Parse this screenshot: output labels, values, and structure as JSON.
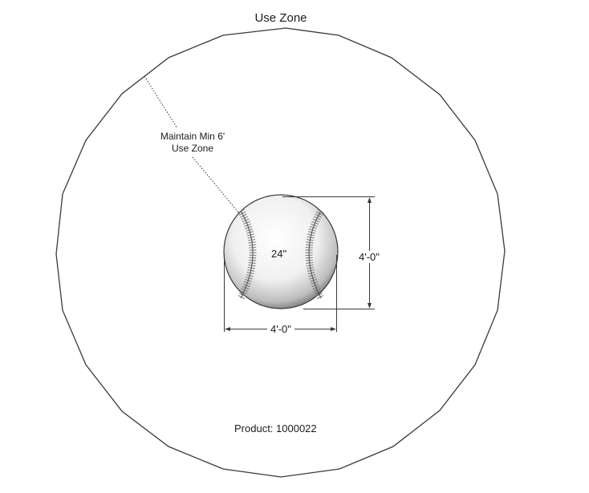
{
  "diagram": {
    "title": "Use Zone",
    "note_line1": "Maintain Min 6'",
    "note_line2": "Use Zone",
    "ball_diameter_label": "24\"",
    "height_dimension": "4'-0\"",
    "width_dimension": "4'-0\"",
    "product_label": "Product: 1000022",
    "colors": {
      "outline": "#3a3a3a",
      "ball_fill": "#f2f2f2",
      "stitch": "#555555",
      "text": "#1c1c1c"
    }
  }
}
